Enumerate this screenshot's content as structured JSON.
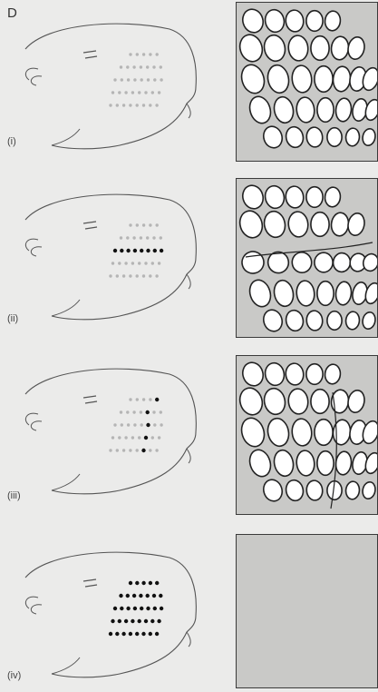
{
  "panel_letter": "D",
  "rows": [
    {
      "label": "(i)",
      "ablated_row": -1,
      "ablated_arc": false,
      "all_removed": false
    },
    {
      "label": "(ii)",
      "ablated_row": 2,
      "ablated_arc": false,
      "all_removed": false
    },
    {
      "label": "(iii)",
      "ablated_row": -1,
      "ablated_arc": true,
      "all_removed": false
    },
    {
      "label": "(iv)",
      "ablated_row": -1,
      "ablated_arc": false,
      "all_removed": true
    }
  ],
  "colors": {
    "background": "#ebebea",
    "line": "#555555",
    "whisker_faint": "#b5b5b5",
    "whisker_dark": "#111111",
    "barrel_bg": "#c9c9c7",
    "barrel_fill": "#ffffff"
  }
}
